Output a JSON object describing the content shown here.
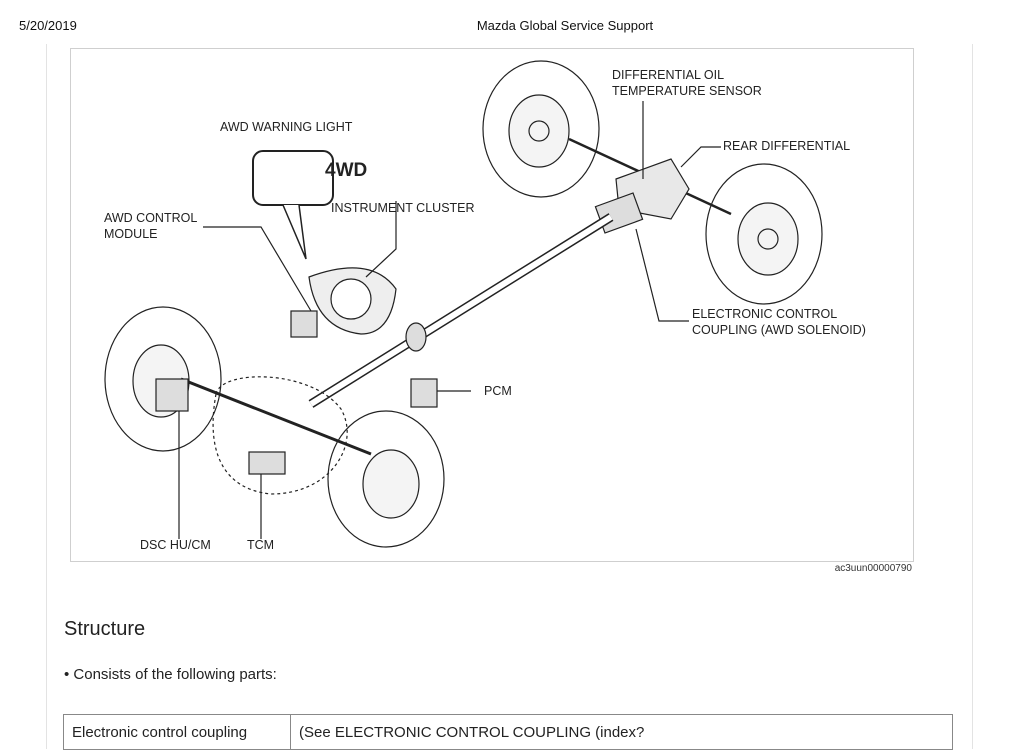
{
  "header": {
    "date": "5/20/2019",
    "title": "Mazda Global Service Support"
  },
  "figure": {
    "warning_badge": "4WD",
    "labels": {
      "diff_oil_sensor": "DIFFERENTIAL OIL\nTEMPERATURE SENSOR",
      "awd_warning_light": "AWD WARNING LIGHT",
      "rear_differential": "REAR DIFFERENTIAL",
      "instrument_cluster": "INSTRUMENT CLUSTER",
      "awd_control_module": "AWD CONTROL\nMODULE",
      "electronic_coupling": "ELECTRONIC CONTROL\nCOUPLING (AWD SOLENOID)",
      "pcm": "PCM",
      "dsc": "DSC HU/CM",
      "tcm": "TCM"
    },
    "caption": "ac3uun00000790"
  },
  "section": {
    "heading": "Structure",
    "bullet": "• Consists of the following parts:"
  },
  "table": {
    "rows": [
      {
        "part": "Electronic control coupling",
        "ref": "(See ELECTRONIC CONTROL COUPLING (index?"
      }
    ]
  }
}
